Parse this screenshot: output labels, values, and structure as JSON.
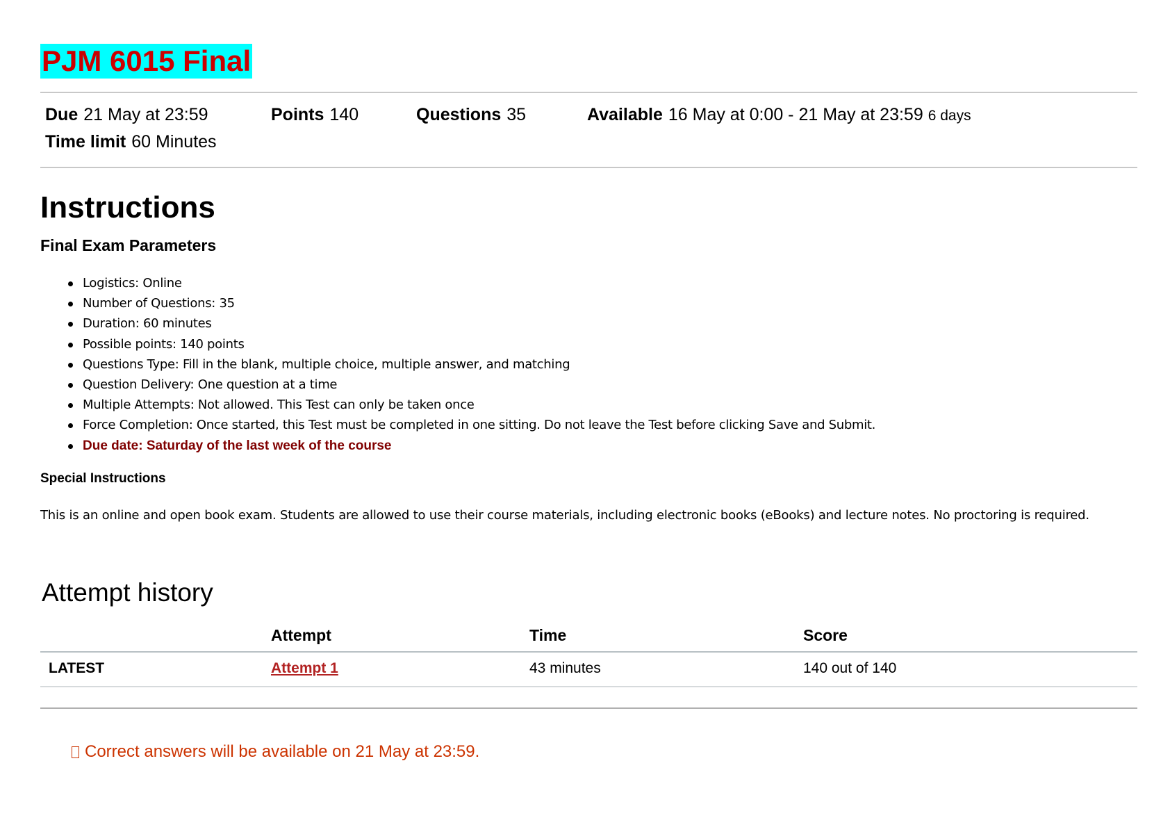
{
  "title": "PJM 6015 Final",
  "meta": {
    "due_label": "Due",
    "due_value": "21 May at 23:59",
    "points_label": "Points",
    "points_value": "140",
    "questions_label": "Questions",
    "questions_value": "35",
    "available_label": "Available",
    "available_value": "16 May at 0:00 - 21 May at 23:59",
    "available_duration": "6 days",
    "time_limit_label": "Time limit",
    "time_limit_value": "60 Minutes"
  },
  "instructions": {
    "heading": "Instructions",
    "subheading": "Final Exam Parameters",
    "items": [
      "Logistics: Online",
      "Number of Questions: 35",
      "Duration: 60 minutes",
      "Possible points: 140 points",
      "Questions Type: Fill in the blank, multiple choice, multiple answer, and matching",
      "Question Delivery: One question at a time",
      "Multiple Attempts: Not allowed. This Test can only be taken once",
      "Force Completion: Once started, this Test must be completed in one sitting. Do not leave the Test before clicking Save and Submit.",
      "Due date: Saturday of the last week of the course"
    ],
    "special_heading": "Special Instructions",
    "special_text": "This is an online and open book exam. Students are allowed to use their course materials, including electronic books (eBooks) and lecture notes.  No proctoring is required."
  },
  "attempt_history": {
    "heading": "Attempt history",
    "columns": [
      "",
      "Attempt",
      "Time",
      "Score"
    ],
    "rows": [
      {
        "label": "LATEST",
        "attempt": "Attempt 1",
        "time": "43 minutes",
        "score": "140 out of 140"
      }
    ]
  },
  "notice": "Correct answers will be available on 21 May at 23:59.",
  "colors": {
    "title_text": "#cc0000",
    "title_bg": "#00ffff",
    "due_item": "#800000",
    "link": "#b22222",
    "notice": "#cc3300"
  }
}
